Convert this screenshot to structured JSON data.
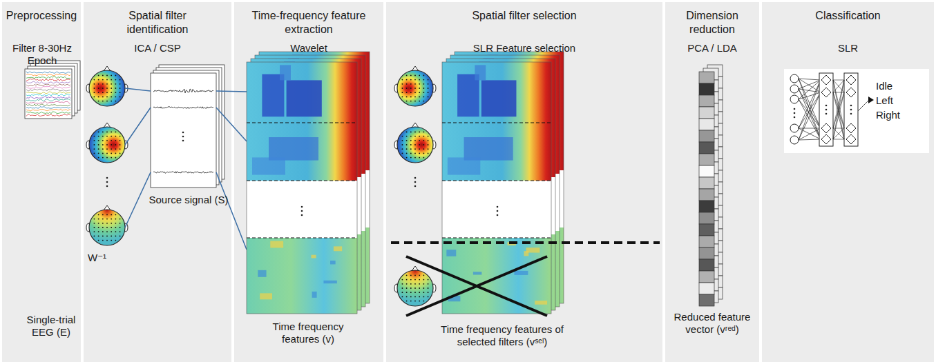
{
  "diagram": {
    "nodes": [
      {
        "text": [
          "Preprocessing",
          "Filter 8-30Hz Epoch",
          "Single-trial EEG (E)"
        ]
      },
      {
        "text": [
          "Spatial filter identification",
          "ICA / CSP",
          "W⁻¹",
          "Source signal (S)"
        ]
      },
      {
        "text": [
          "Time-frequency feature extraction",
          "Wavelet",
          "Time frequency features (v)"
        ]
      },
      {
        "text": [
          "Spatial filter selection",
          "SLR Feature selection",
          "Time frequency features of selected filters (vˢᵉˡ)"
        ]
      },
      {
        "text": [
          "Dimension reduction",
          "PCA / LDA",
          "Reduced feature vector (vʳᵉᵈ)"
        ]
      },
      {
        "text": [
          "Classification",
          "SLR"
        ]
      },
      {
        "text": [
          "Idle",
          "Left",
          "Right"
        ],
        "in": 5
      }
    ]
  }
}
